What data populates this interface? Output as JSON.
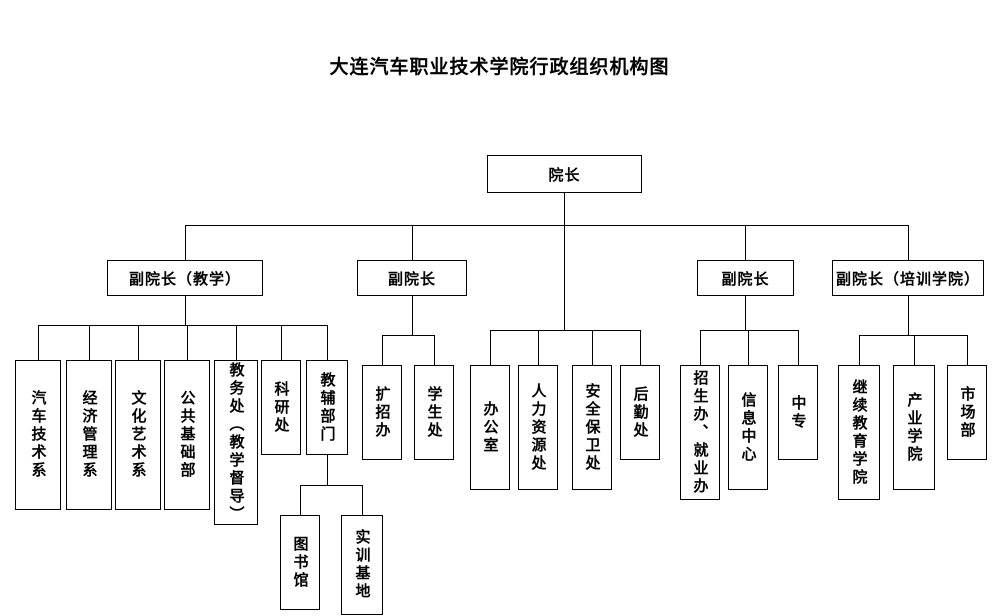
{
  "title": "大连汽车职业技术学院行政组织机构图",
  "nodes": {
    "president": "院长",
    "vp_teaching": "副院长（教学）",
    "vp2": "副院长",
    "vp3": "副院长",
    "vp_training": "副院长（培训学院）",
    "teaching": [
      "汽车技术系",
      "经济管理系",
      "文化艺术系",
      "公共基础部",
      "教务处（教学督导）",
      "科研处",
      "教辅部门"
    ],
    "auxiliary": [
      "图书馆",
      "实训基地"
    ],
    "vp2_children": [
      "扩招办",
      "学生处"
    ],
    "president_direct": [
      "办公室",
      "人力资源处",
      "安全保卫处",
      "后勤处"
    ],
    "vp3_children": [
      "招生办、就业办",
      "信息中心",
      "中专"
    ],
    "training": [
      "继续教育学院",
      "产业学院",
      "市场部"
    ]
  }
}
